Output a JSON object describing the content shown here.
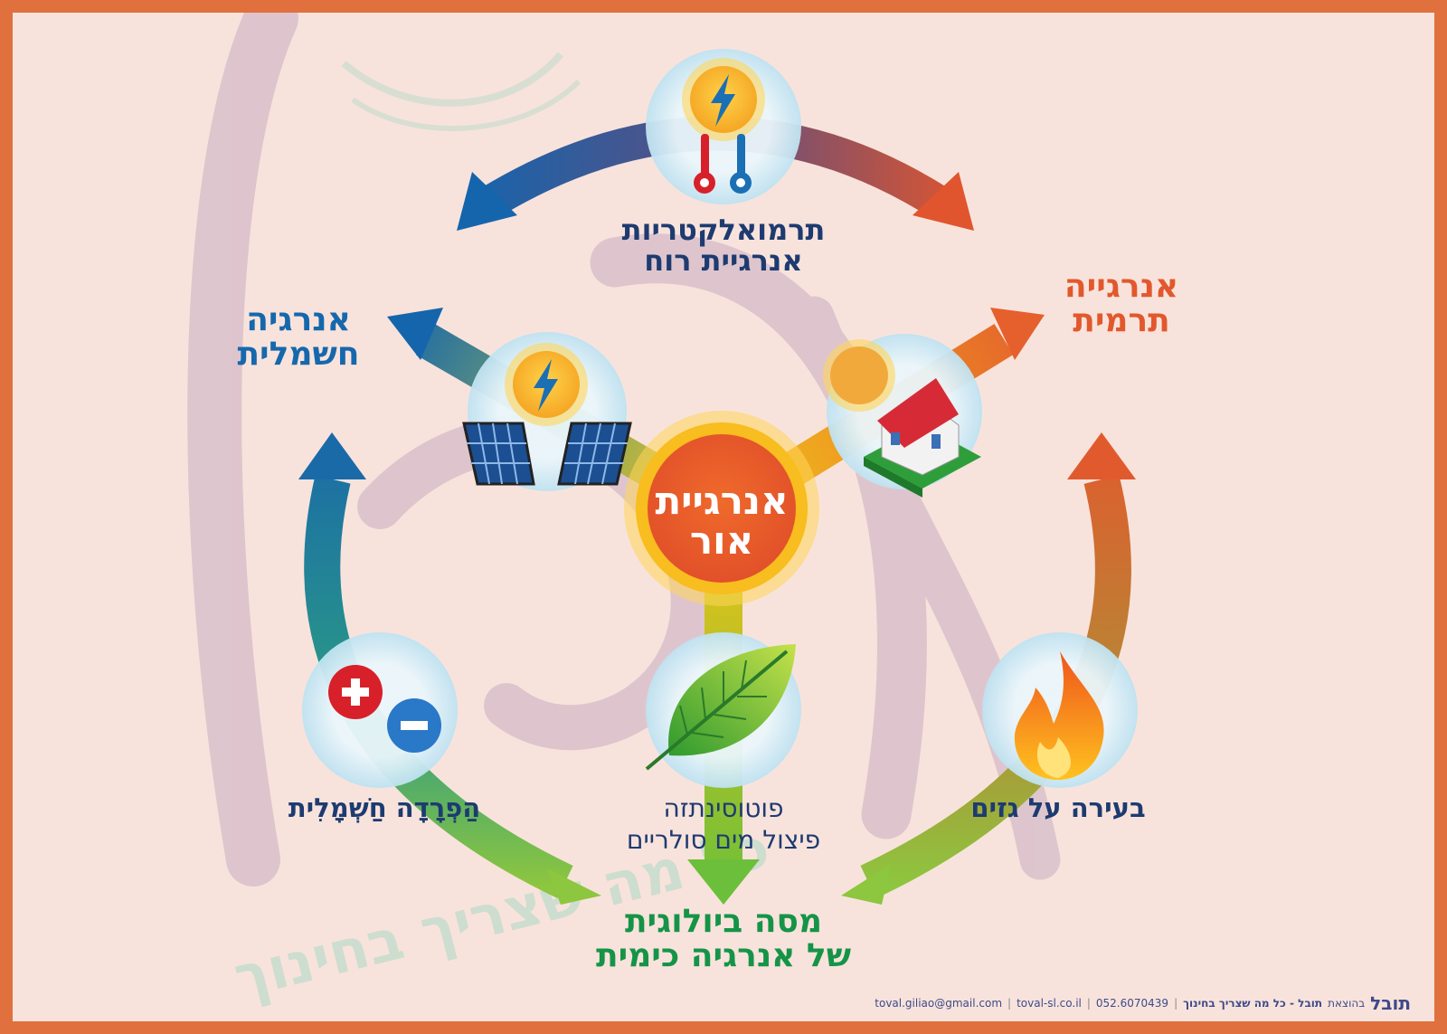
{
  "center": {
    "line1": "אנרגיית",
    "line2": "אור"
  },
  "top": {
    "line1": "תרמואלקטריות",
    "line2": "אנרגיית רוח"
  },
  "electric_energy": {
    "line1": "אנרגיה",
    "line2": "חשמלית"
  },
  "thermal_energy": {
    "line1": "אנרגייה",
    "line2": "תרמית"
  },
  "electrolysis": {
    "label": "הַפְרָדָה חַשְׁמָלִית"
  },
  "photosynthesis": {
    "line1": "פוטוסינתזה",
    "line2": "פיצול מים סולריים"
  },
  "combustion": {
    "label": "בעירה על גזים"
  },
  "biomass": {
    "line1": "מסה ביולוגית",
    "line2": "של אנרגיה כימית"
  },
  "watermark": {
    "text": "כל מה שצריך בחינוך"
  },
  "footer": {
    "prefix": "בהוצאת",
    "brand": "תובל - כל מה שצריך בחינוך",
    "phone": "052.6070439",
    "site": "toval-sl.co.il",
    "email": "toval.giliao@gmail.com",
    "logo": "תובל"
  },
  "colors": {
    "frame": "#e0703d",
    "background": "#f8e3dc",
    "blue": "#1668ad",
    "orange": "#e2582d",
    "green": "#159447",
    "navy": "#1d3b70"
  },
  "icons": [
    "sun-bolt-icon",
    "thermometer-hot-icon",
    "thermometer-cold-icon",
    "solar-panel-icon",
    "house-icon",
    "plus-icon",
    "minus-icon",
    "leaf-icon",
    "flame-icon"
  ]
}
